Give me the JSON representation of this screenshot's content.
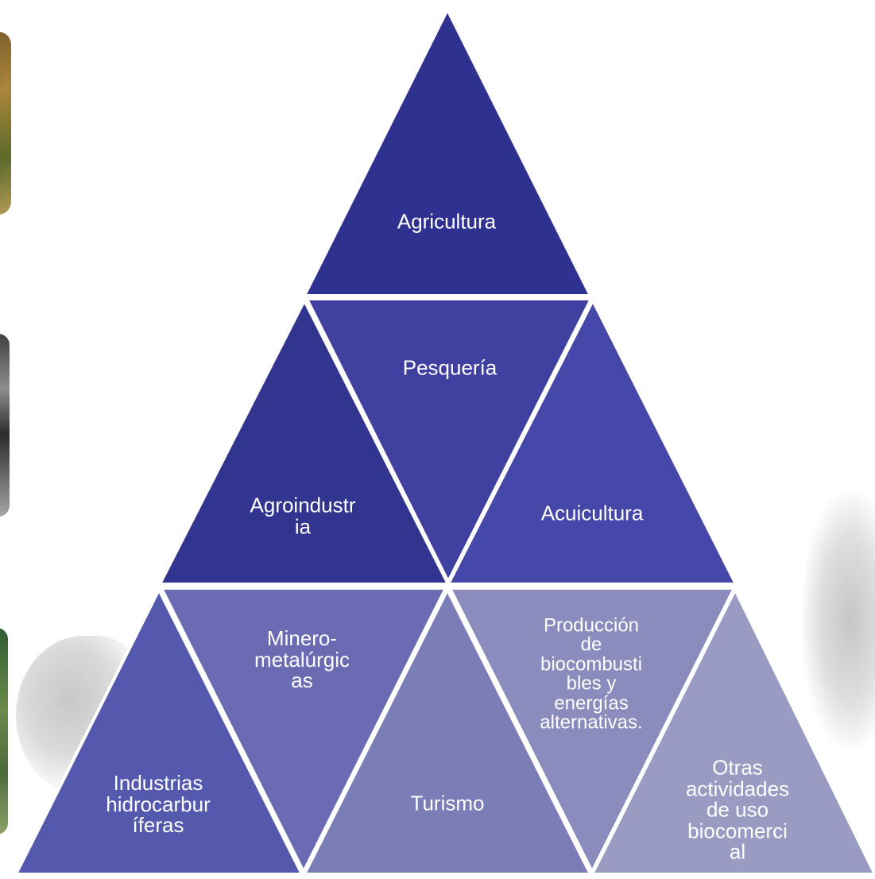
{
  "diagram": {
    "tiles": [
      {
        "id": "agricultura",
        "label": "Agricultura",
        "color": "#2e3190"
      },
      {
        "id": "agroindustria",
        "label": "Agroindustr\nia",
        "color": "#32358f"
      },
      {
        "id": "pesqueria",
        "label": "Pesquería",
        "color": "#3f40a0"
      },
      {
        "id": "acuicultura",
        "label": "Acuicultura",
        "color": "#4548a8"
      },
      {
        "id": "industrias",
        "label": "Industrias\nhidrocarbur\níferas",
        "color": "#5559ad"
      },
      {
        "id": "minero",
        "label": "Minero-\nmetalúrgic\nas",
        "color": "#6a6bb2"
      },
      {
        "id": "turismo",
        "label": "Turismo",
        "color": "#7b7db7"
      },
      {
        "id": "produccion",
        "label": "Producción\nde\nbiocombusti\nbles y\nenergías\nalternativas.",
        "color": "#8a8cbd"
      },
      {
        "id": "otras",
        "label": "Otras\nactividades\nde uso\nbiocomerci\nal",
        "color": "#9a9bc3"
      }
    ]
  }
}
